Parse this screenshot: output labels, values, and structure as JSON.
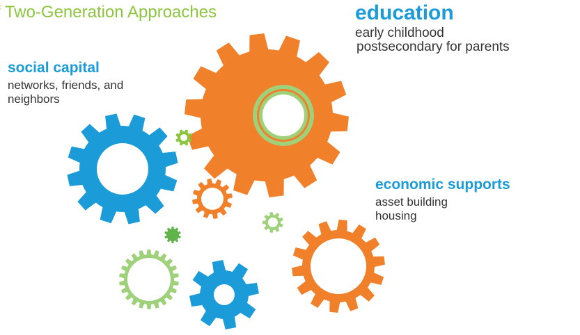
{
  "title": "f Two-Generation Approaches",
  "education": {
    "heading": "education",
    "lines": [
      "early childhood",
      "postsecondary for parents"
    ]
  },
  "social_capital": {
    "heading": "social capital",
    "lines": [
      "networks, friends, and",
      "neighbors"
    ]
  },
  "economic_supports": {
    "heading": "economic supports",
    "lines": [
      "asset building",
      "housing"
    ]
  },
  "colors": {
    "orange": "#f0802a",
    "blue": "#1b9bd7",
    "green": "#8cc63f",
    "green_light": "#9fd07a",
    "green_dark": "#5fb34a",
    "text": "#333333"
  }
}
